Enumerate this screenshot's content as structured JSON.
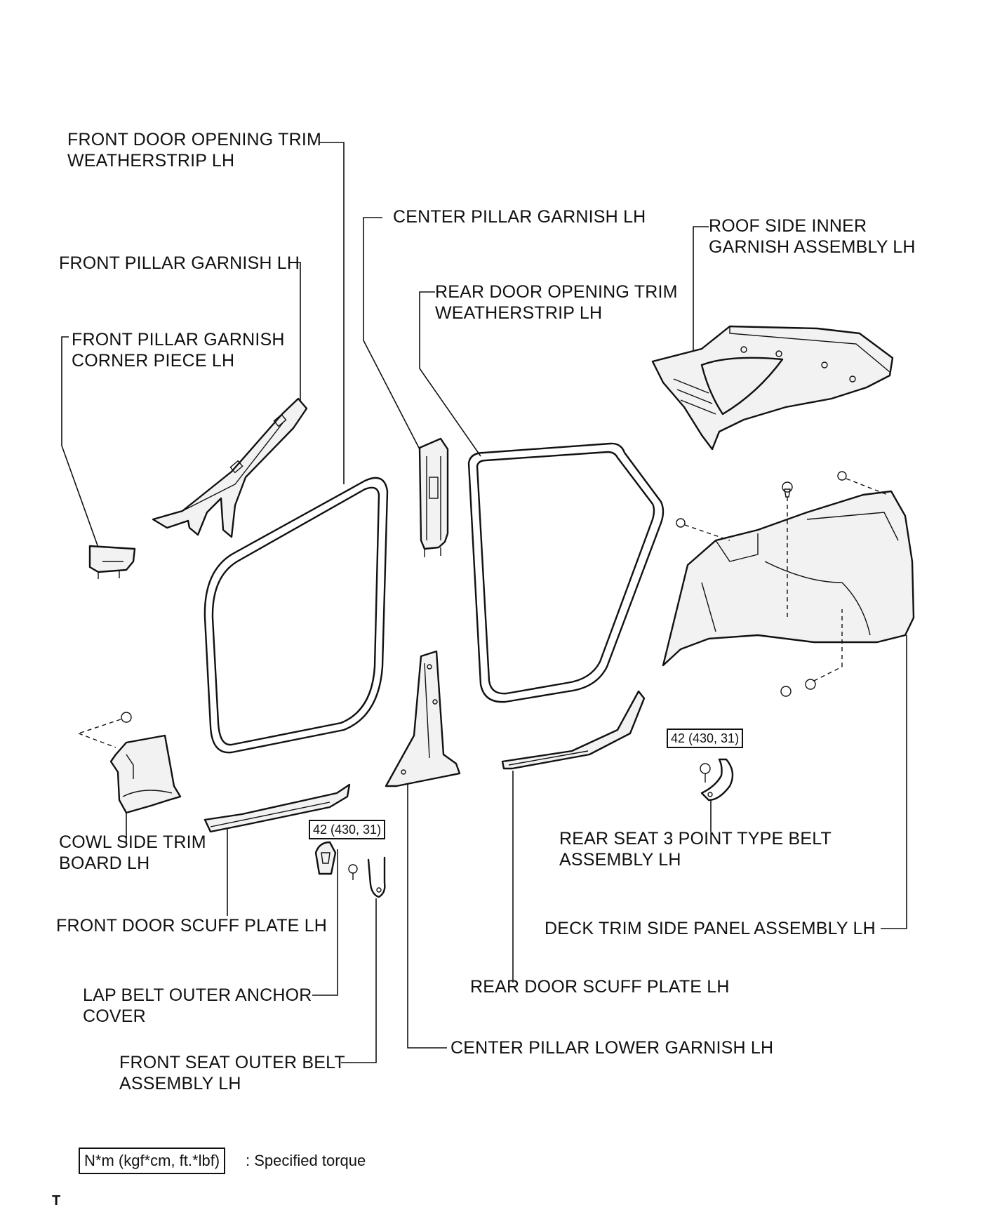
{
  "labels": {
    "front_door_opening_trim_1": "FRONT DOOR OPENING TRIM",
    "front_door_opening_trim_2": "WEATHERSTRIP LH",
    "center_pillar_garnish": "CENTER PILLAR GARNISH LH",
    "roof_side_inner_1": "ROOF SIDE INNER",
    "roof_side_inner_2": "GARNISH ASSEMBLY LH",
    "front_pillar_garnish": "FRONT PILLAR GARNISH LH",
    "rear_door_opening_trim_1": "REAR DOOR OPENING TRIM",
    "rear_door_opening_trim_2": "WEATHERSTRIP LH",
    "front_pillar_corner_1": "FRONT PILLAR GARNISH",
    "front_pillar_corner_2": "CORNER PIECE LH",
    "cowl_side_trim_1": "COWL SIDE TRIM",
    "cowl_side_trim_2": "BOARD LH",
    "front_door_scuff": "FRONT DOOR SCUFF PLATE LH",
    "lap_belt_cover_1": "LAP BELT OUTER ANCHOR",
    "lap_belt_cover_2": "COVER",
    "front_seat_belt_1": "FRONT SEAT OUTER BELT",
    "front_seat_belt_2": "ASSEMBLY LH",
    "center_pillar_lower": "CENTER PILLAR LOWER GARNISH LH",
    "rear_door_scuff": "REAR DOOR SCUFF PLATE LH",
    "rear_seat_belt_1": "REAR SEAT 3 POINT TYPE BELT",
    "rear_seat_belt_2": "ASSEMBLY LH",
    "deck_trim_side": "DECK TRIM SIDE PANEL ASSEMBLY LH"
  },
  "torque_values": {
    "front_seat_belt": "42 (430, 31)",
    "rear_seat_belt": "42 (430, 31)"
  },
  "legend": {
    "unit_box": "N*m (kgf*cm, ft.*lbf)",
    "description": ": Specified torque"
  },
  "corner_mark": "T"
}
